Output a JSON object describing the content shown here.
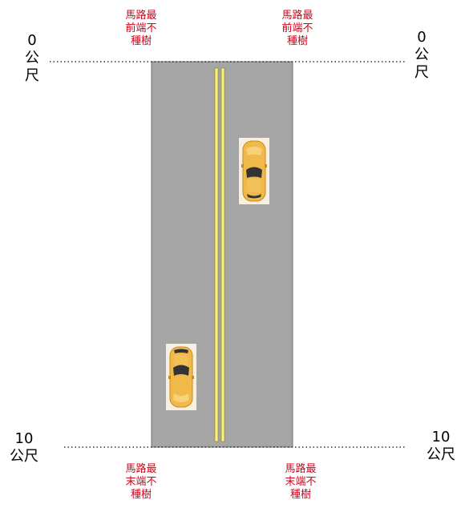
{
  "colors": {
    "road": "#a5a5a5",
    "road_border": "#6e6e6e",
    "lane_line": "#f8f07a",
    "car_body": "#f0b94a",
    "note_text": "#d0021b"
  },
  "notes": {
    "top_left": [
      "馬路最",
      "前端不",
      "種樹"
    ],
    "top_right": [
      "馬路最",
      "前端不",
      "種樹"
    ],
    "bottom_left": [
      "馬路最",
      "末端不",
      "種樹"
    ],
    "bottom_right": [
      "馬路最",
      "末端不",
      "種樹"
    ]
  },
  "distance": {
    "top_left": [
      "0",
      "公",
      "尺"
    ],
    "top_right": [
      "0",
      "公",
      "尺"
    ],
    "bottom_left": [
      "10",
      "公尺"
    ],
    "bottom_right": [
      "10",
      "公尺"
    ]
  },
  "icons": {
    "car_upper": "car-icon",
    "car_lower": "car-icon"
  }
}
